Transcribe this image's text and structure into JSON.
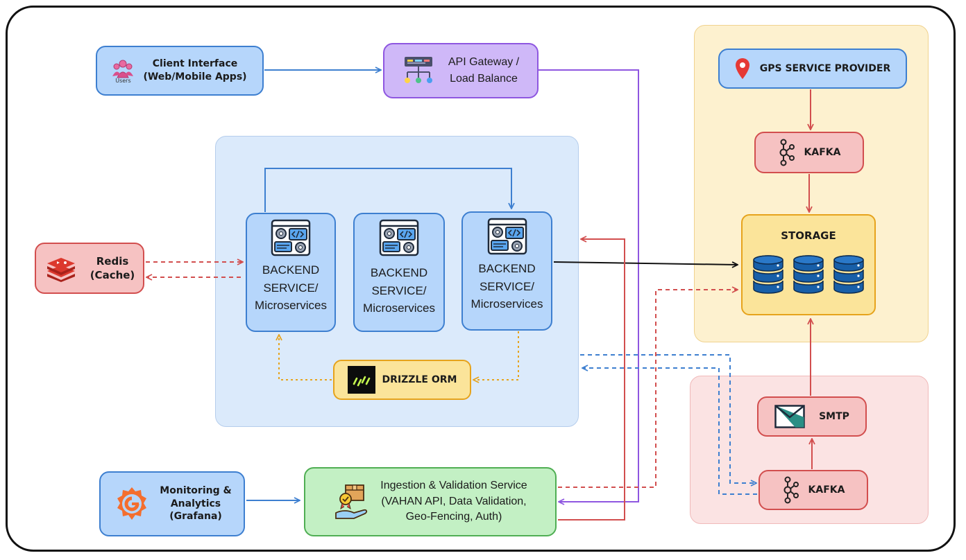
{
  "nodes": {
    "client": {
      "line1": "Client Interface",
      "line2": "(Web/Mobile Apps)",
      "icon_caption": "Users"
    },
    "gateway": {
      "line1": "API Gateway /",
      "line2": "Load Balance"
    },
    "redis": {
      "line1": "Redis",
      "line2": "(Cache)"
    },
    "backend": [
      {
        "line1": "BACKEND",
        "line2": "SERVICE/",
        "line3": "Microservices"
      },
      {
        "line1": "BACKEND",
        "line2": "SERVICE/",
        "line3": "Microservices"
      },
      {
        "line1": "BACKEND",
        "line2": "SERVICE/",
        "line3": "Microservices"
      }
    ],
    "drizzle": {
      "label": "DRIZZLE ORM"
    },
    "monitoring": {
      "line1": "Monitoring &",
      "line2": "Analytics",
      "line3": "(Grafana)"
    },
    "ingestion": {
      "line1": "Ingestion & Validation Service",
      "line2": "(VAHAN API, Data Validation,",
      "line3": "Geo-Fencing, Auth)"
    },
    "gps": {
      "label": "GPS SERVICE PROVIDER"
    },
    "kafka_top": {
      "label": "KAFKA"
    },
    "storage": {
      "label": "STORAGE"
    },
    "smtp": {
      "label": "SMTP"
    },
    "kafka_bottom": {
      "label": "KAFKA"
    }
  },
  "colors": {
    "blue_fill": "#b6d6fb",
    "blue_stroke": "#3d7fd0",
    "purple_fill": "#cfb8f8",
    "purple_stroke": "#8e56e0",
    "red_fill": "#f6c2c2",
    "red_stroke": "#d24e4e",
    "green_fill": "#c3f0c4",
    "green_stroke": "#4fae53",
    "yellow_fill": "#fbe49a",
    "yellow_stroke": "#e6a31c",
    "region_backend": "#dbeafb",
    "region_storage": "#fdf1cf",
    "region_notify": "#fbe3e3"
  }
}
